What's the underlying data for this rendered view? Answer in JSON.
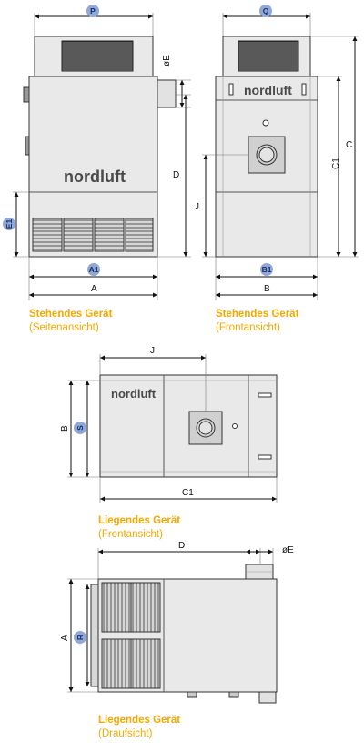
{
  "brand": "nordluft",
  "colors": {
    "caption": "#f2a900",
    "badge_fill": "#8fa8d6",
    "badge_text": "#1a2f6b",
    "housing": "#e9e9e9",
    "housing_dark": "#d8d8d8",
    "grille": "#3a3a3a"
  },
  "views": [
    {
      "title": "Stehendes Gerät",
      "subtitle": "(Seitenansicht)"
    },
    {
      "title": "Stehendes Gerät",
      "subtitle": "(Frontansicht)"
    },
    {
      "title": "Liegendes Gerät",
      "subtitle": "(Frontansicht)"
    },
    {
      "title": "Liegendes Gerät",
      "subtitle": "(Draufsicht)"
    }
  ],
  "dimensions": {
    "A": "A",
    "B": "B",
    "C": "C",
    "C1": "C1",
    "D": "D",
    "E": "øE",
    "J": "J"
  },
  "badges": {
    "P": "P",
    "Q": "Q",
    "A1": "A1",
    "B1": "B1",
    "E1": "E1",
    "S": "S",
    "R": "R"
  }
}
